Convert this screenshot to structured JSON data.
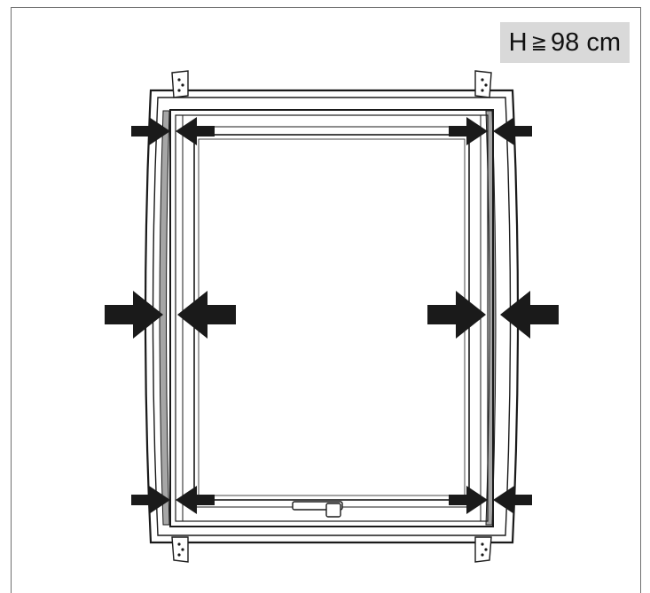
{
  "badge": {
    "label_prefix": "H",
    "relation_symbol": "≧",
    "value": "98",
    "unit": "cm"
  },
  "illustration": {
    "subject": "window-frame-seal",
    "arrow_color": "#1a1a1a",
    "seal_color": "#a6a6a6",
    "badge_background": "#d9d9d9",
    "icons": [
      "hinge-icon",
      "handle-icon",
      "arrow-icon"
    ]
  }
}
